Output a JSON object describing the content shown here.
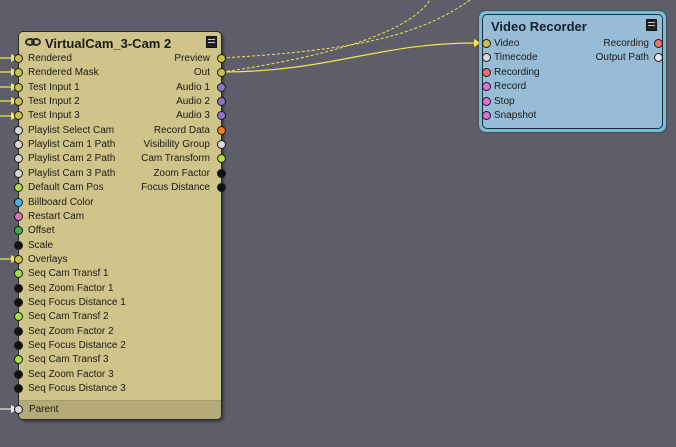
{
  "nodes": {
    "virtualcam": {
      "title": "VirtualCam_3-Cam 2",
      "inputs": [
        {
          "label": "Rendered",
          "color": "#c9c24a",
          "connected": true
        },
        {
          "label": "Rendered Mask",
          "color": "#c9c24a",
          "connected": true
        },
        {
          "label": "Test Input 1",
          "color": "#c9c24a",
          "connected": true
        },
        {
          "label": "Test Input 2",
          "color": "#c9c24a",
          "connected": true
        },
        {
          "label": "Test Input 3",
          "color": "#c9c24a",
          "connected": true
        },
        {
          "label": "Playlist Select Cam",
          "color": "#d8d8d8",
          "connected": false
        },
        {
          "label": "Playlist Cam 1 Path",
          "color": "#d8d8d8",
          "connected": false
        },
        {
          "label": "Playlist Cam 2 Path",
          "color": "#d8d8d8",
          "connected": false
        },
        {
          "label": "Playlist Cam 3 Path",
          "color": "#d8d8d8",
          "connected": false
        },
        {
          "label": "Default Cam Pos",
          "color": "#a8e040",
          "connected": false
        },
        {
          "label": "Billboard Color",
          "color": "#40b8e0",
          "connected": false
        },
        {
          "label": "Restart Cam",
          "color": "#e070c0",
          "connected": false
        },
        {
          "label": "Offset",
          "color": "#40b040",
          "connected": false
        },
        {
          "label": "Scale",
          "color": "#111111",
          "connected": false
        },
        {
          "label": "Overlays",
          "color": "#c9c24a",
          "connected": true
        },
        {
          "label": "Seq Cam Transf 1",
          "color": "#a8e040",
          "connected": false
        },
        {
          "label": "Seq Zoom Factor 1",
          "color": "#111111",
          "connected": false
        },
        {
          "label": "Seq Focus Distance 1",
          "color": "#111111",
          "connected": false
        },
        {
          "label": "Seq Cam Transf 2",
          "color": "#a8e040",
          "connected": false
        },
        {
          "label": "Seq Zoom Factor 2",
          "color": "#111111",
          "connected": false
        },
        {
          "label": "Seq Focus Distance 2",
          "color": "#111111",
          "connected": false
        },
        {
          "label": "Seq Cam Transf 3",
          "color": "#a8e040",
          "connected": false
        },
        {
          "label": "Seq Zoom Factor 3",
          "color": "#111111",
          "connected": false
        },
        {
          "label": "Seq Focus Distance 3",
          "color": "#111111",
          "connected": false
        }
      ],
      "outputs": [
        {
          "label": "Preview",
          "color": "#c9c24a"
        },
        {
          "label": "Out",
          "color": "#c9c24a"
        },
        {
          "label": "Audio 1",
          "color": "#9070d0"
        },
        {
          "label": "Audio 2",
          "color": "#9070d0"
        },
        {
          "label": "Audio 3",
          "color": "#9070d0"
        },
        {
          "label": "Record Data",
          "color": "#f08020"
        },
        {
          "label": "Visibility Group",
          "color": "#d8d8d8"
        },
        {
          "label": "Cam Transform",
          "color": "#a8e040"
        },
        {
          "label": "Zoom Factor",
          "color": "#111111"
        },
        {
          "label": "Focus Distance",
          "color": "#111111"
        }
      ],
      "footer": {
        "label": "Parent",
        "color": "#d8d8d8"
      }
    },
    "videorecorder": {
      "title": "Video Recorder",
      "inputs": [
        {
          "label": "Video",
          "color": "#c9c24a"
        },
        {
          "label": "Timecode",
          "color": "#d8d8d8"
        },
        {
          "label": "Recording",
          "color": "#f07070"
        },
        {
          "label": "Record",
          "color": "#e070d8"
        },
        {
          "label": "Stop",
          "color": "#e070d8"
        },
        {
          "label": "Snapshot",
          "color": "#e070d8"
        }
      ],
      "outputs": [
        {
          "label": "Recording",
          "color": "#f07070"
        },
        {
          "label": "Output Path",
          "color": "#e8e8e8"
        }
      ]
    }
  },
  "colors": {
    "canvas": "#5d5e69",
    "wire": "#f2e84a",
    "vc_body": "#cfc48a",
    "vr_body": "#97bcd6",
    "vr_selection": "#74bed8"
  }
}
